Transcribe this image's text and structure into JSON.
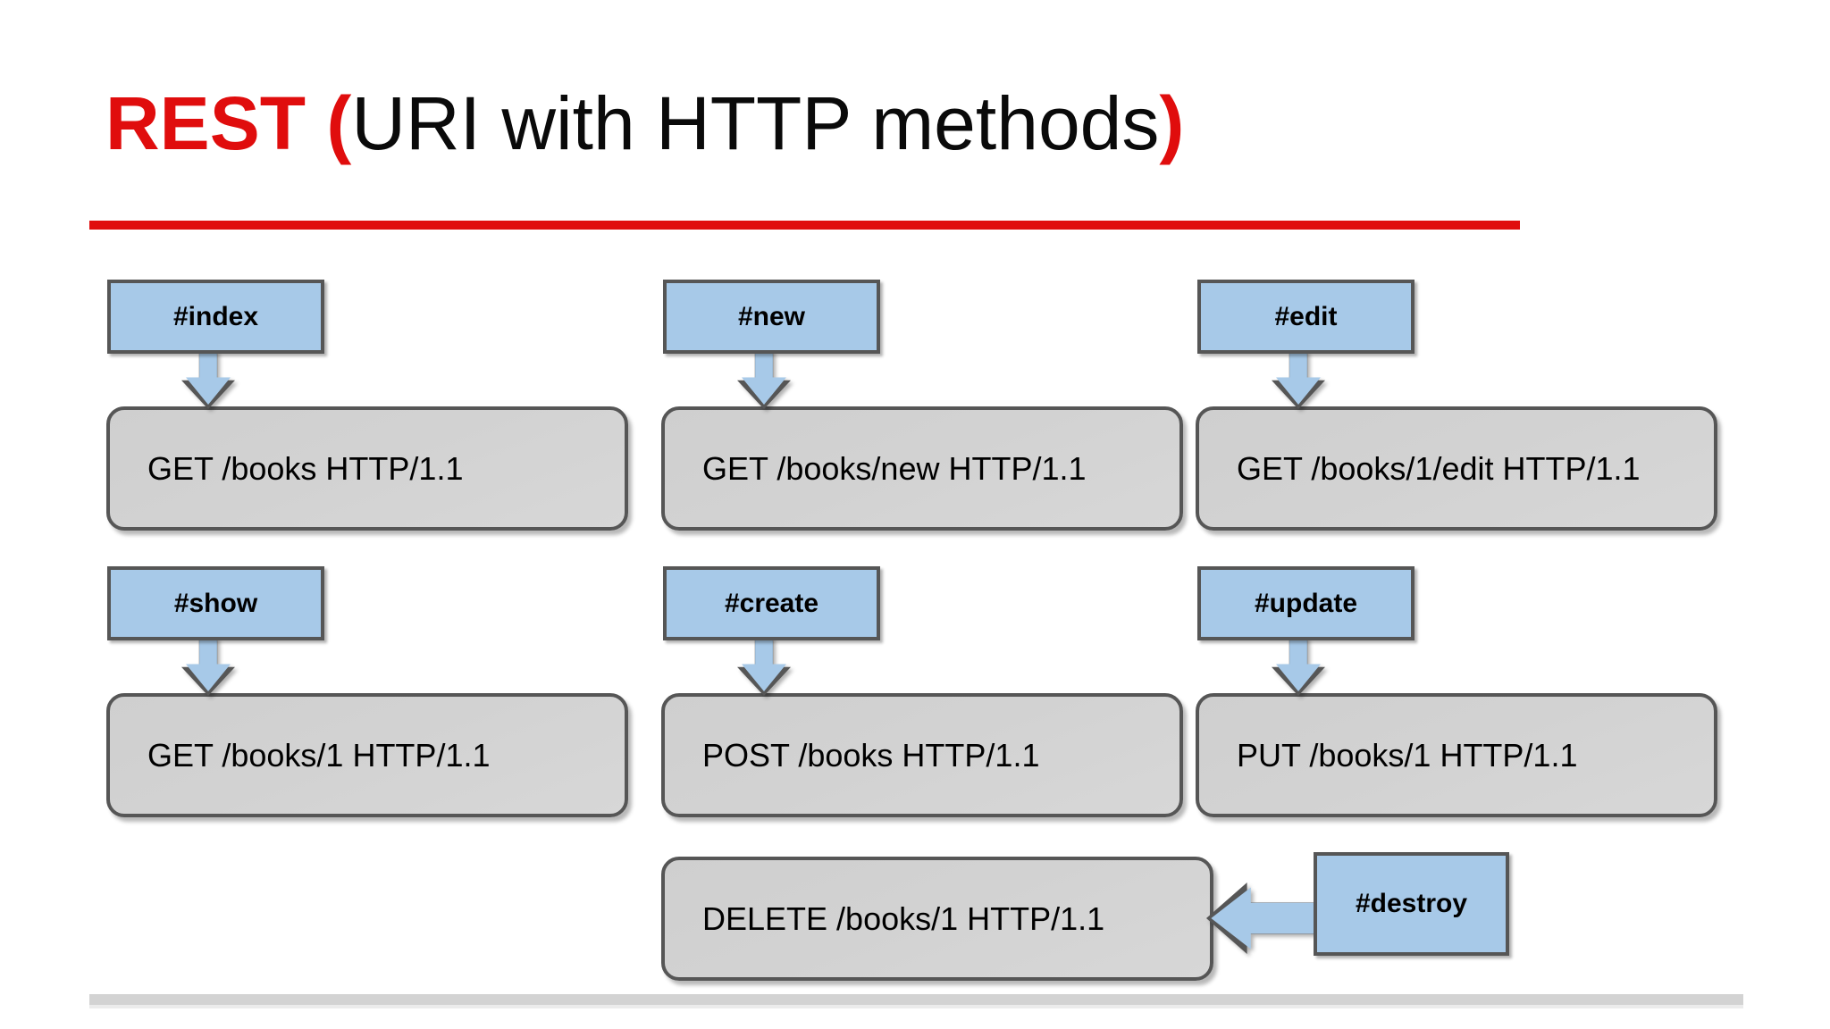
{
  "slide": {
    "title": {
      "rest": "REST",
      "open_paren": "(",
      "middle": "URI with HTTP methods",
      "close_paren": ")"
    },
    "colors": {
      "accent_red": "#e00d0d",
      "label_blue": "#a7c9e8",
      "box_gray": "#d2d2d2",
      "border_gray": "#565656"
    }
  },
  "diagram": {
    "type": "flow",
    "nodes": [
      {
        "action": "#index",
        "request": "GET /books HTTP/1.1",
        "arrow": "down-arrow"
      },
      {
        "action": "#new",
        "request": "GET /books/new HTTP/1.1",
        "arrow": "down-arrow"
      },
      {
        "action": "#edit",
        "request": "GET /books/1/edit HTTP/1.1",
        "arrow": "down-arrow"
      },
      {
        "action": "#show",
        "request": "GET /books/1 HTTP/1.1",
        "arrow": "down-arrow"
      },
      {
        "action": "#create",
        "request": "POST /books HTTP/1.1",
        "arrow": "down-arrow"
      },
      {
        "action": "#update",
        "request": "PUT /books/1 HTTP/1.1",
        "arrow": "down-arrow"
      },
      {
        "action": "#destroy",
        "request": "DELETE /books/1 HTTP/1.1",
        "arrow": "left-arrow"
      }
    ]
  }
}
